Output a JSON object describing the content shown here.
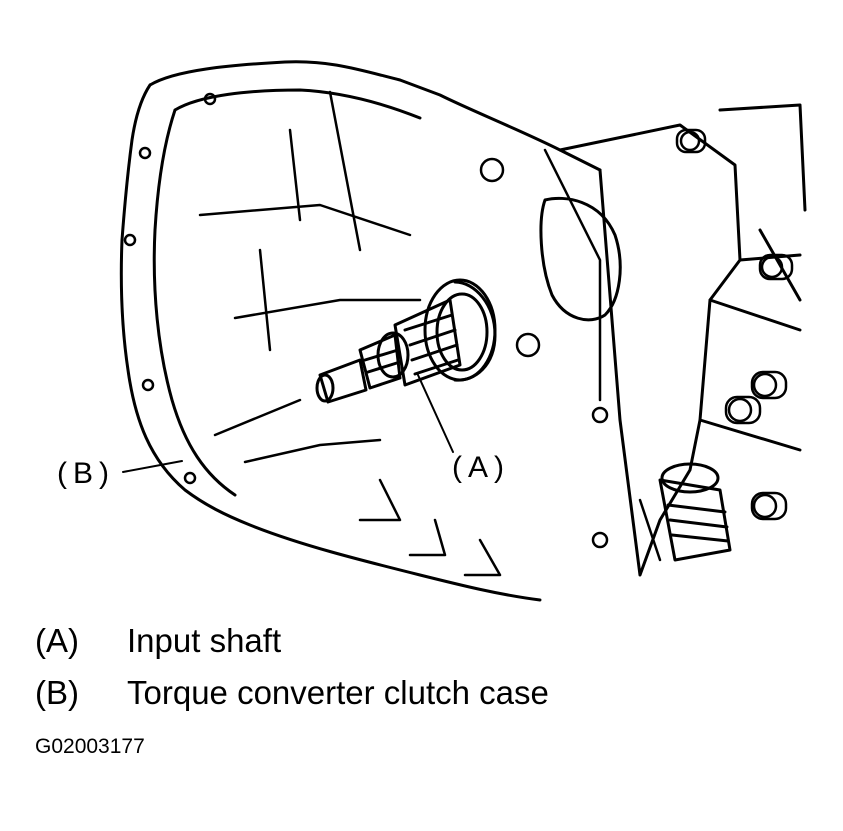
{
  "callouts": {
    "a": "(A)",
    "b": "(B)"
  },
  "legend": [
    {
      "key": "(A)",
      "text": "Input shaft"
    },
    {
      "key": "(B)",
      "text": "Torque converter clutch case"
    }
  ],
  "figure_code": "G02003177",
  "colors": {
    "ink": "#000000",
    "paper": "#ffffff"
  }
}
